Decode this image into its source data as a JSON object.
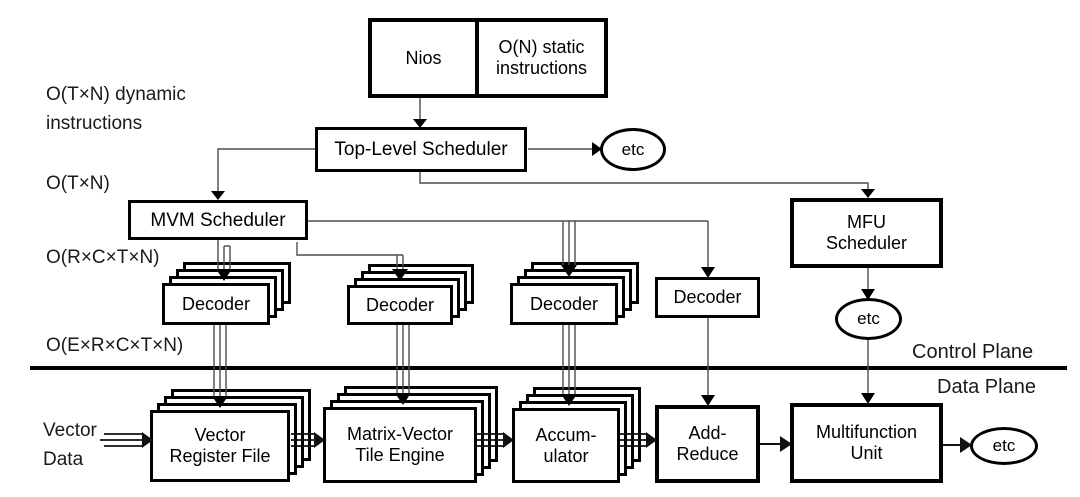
{
  "left_labels": {
    "dynamic": [
      "O(T×N) dynamic",
      "instructions"
    ],
    "otn": "O(T×N)",
    "orctn": "O(R×C×T×N)",
    "oerctn": "O(E×R×C×T×N)",
    "vector_data": [
      "Vector",
      "Data"
    ]
  },
  "planes": {
    "control": "Control Plane",
    "data": "Data Plane"
  },
  "nodes": {
    "nios": "Nios",
    "static_instructions": [
      "O(N) static",
      "instructions"
    ],
    "top_level_scheduler": "Top-Level Scheduler",
    "mvm_scheduler": "MVM Scheduler",
    "mfu_scheduler": [
      "MFU",
      "Scheduler"
    ],
    "decoder": "Decoder",
    "vector_register_file": [
      "Vector",
      "Register File"
    ],
    "matrix_vector_tile_engine": [
      "Matrix-Vector",
      "Tile Engine"
    ],
    "accumulator": [
      "Accum-",
      "ulator"
    ],
    "add_reduce": [
      "Add-",
      "Reduce"
    ],
    "multifunction_unit": [
      "Multifunction",
      "Unit"
    ],
    "etc": "etc"
  },
  "colors": {
    "box_border": "#000000",
    "control_wire": "#4d4d4d",
    "data_wire": "#111111",
    "text": "#000000",
    "background": "#ffffff"
  }
}
